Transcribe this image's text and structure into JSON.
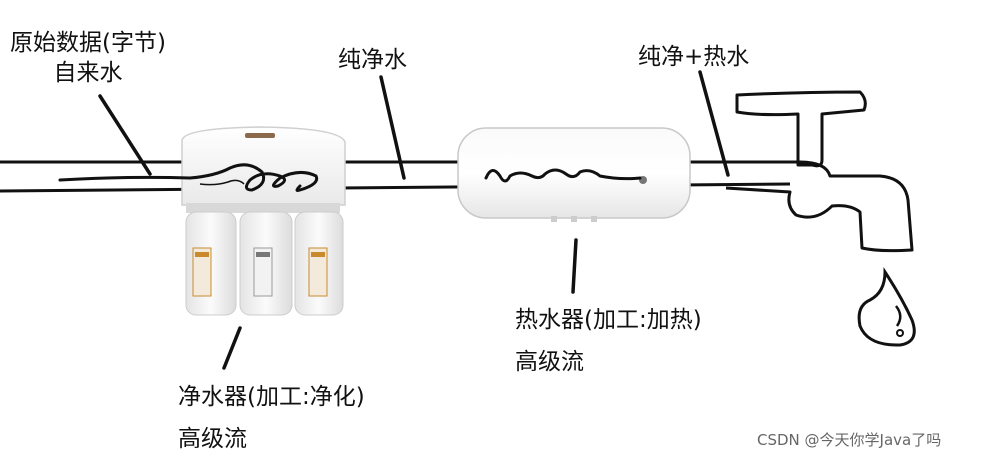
{
  "labels": {
    "source_line1": "原始数据(字节)",
    "source_line2": "自来水",
    "pure_water": "纯净水",
    "pure_hot_water": "纯净+热水",
    "heater_name": "热水器(加工:加热)",
    "heater_type": "高级流",
    "purifier_name": "净水器(加工:净化)",
    "purifier_type": "高级流"
  },
  "watermark": "CSDN @今天你学Java了吗",
  "colors": {
    "ink": "#111111",
    "device_body": "#f2f2f2",
    "device_edge": "#d5d5d5",
    "filter_label": "#c98a2e",
    "watermark": "#666666"
  }
}
